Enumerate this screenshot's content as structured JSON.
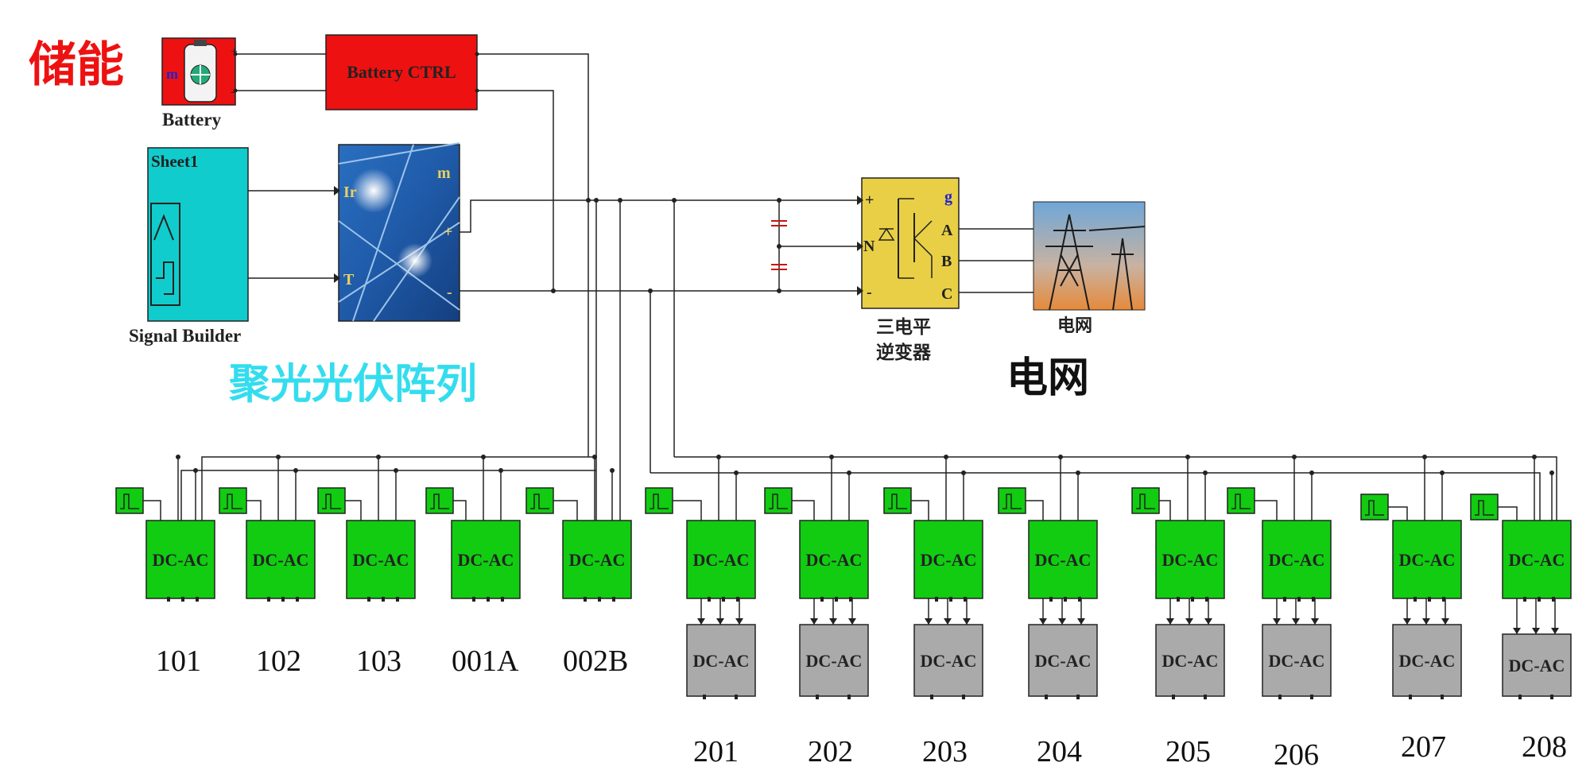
{
  "storage_label": "储能",
  "battery": {
    "port_label": "m",
    "label": "Battery"
  },
  "battery_ctrl": {
    "label": "Battery CTRL"
  },
  "signal_builder": {
    "title": "Sheet1",
    "label": "Signal Builder"
  },
  "pv_array": {
    "port_ir": "Ir",
    "port_t": "T",
    "port_m": "m",
    "port_plus": "+",
    "port_minus": "-",
    "caption": "聚光光伏阵列"
  },
  "inverter": {
    "port_plus": "+",
    "port_n": "N",
    "port_minus": "-",
    "port_g": "g",
    "port_a": "A",
    "port_b": "B",
    "port_c": "C",
    "label_line1": "三电平",
    "label_line2": "逆变器"
  },
  "grid": {
    "label": "电网",
    "caption": "电网"
  },
  "dcac_label": "DC-AC",
  "group1_units": [
    "101",
    "102",
    "103",
    "001A",
    "002B"
  ],
  "group2_units": [
    "201",
    "202",
    "203",
    "204",
    "205",
    "206",
    "207",
    "208"
  ],
  "colors": {
    "storage": "#ee1111",
    "pv_caption": "#33ddee",
    "dcac_green": "#11cc11",
    "dcac_gray": "#aaaaaa",
    "signal_builder": "#11cccc",
    "inverter": "#e8cf45"
  }
}
